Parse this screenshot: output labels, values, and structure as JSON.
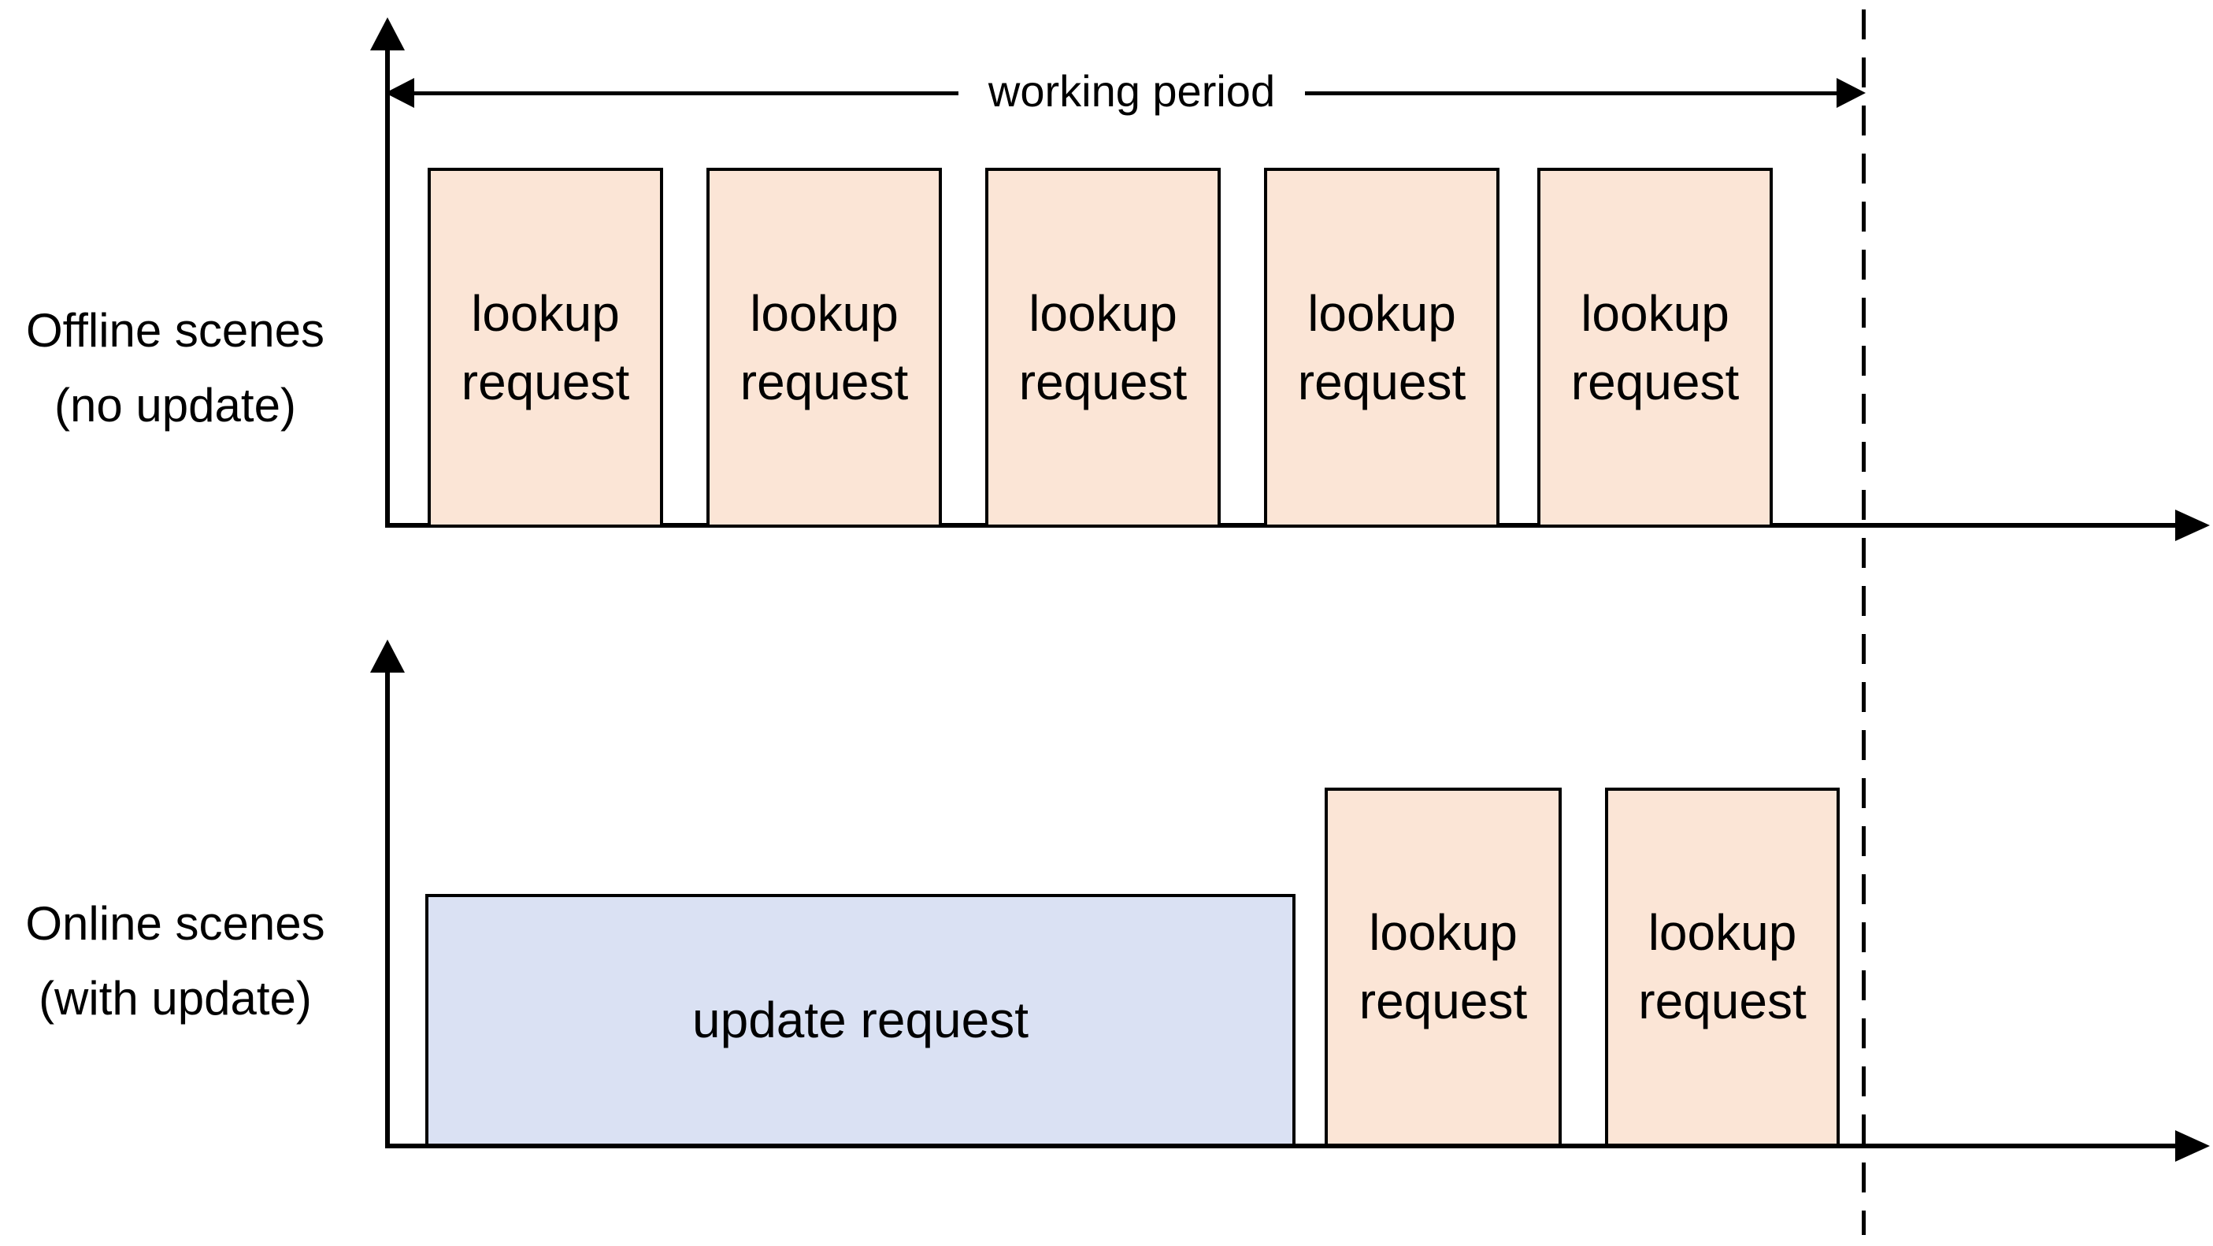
{
  "colors": {
    "background": "#ffffff",
    "line": "#000000",
    "lookup_box_fill": "#fbe5d6",
    "update_box_fill": "#dae1f3",
    "box_border": "#000000"
  },
  "working_period": {
    "label": "working period"
  },
  "offline_chart": {
    "label_line1": "Offline scenes",
    "label_line2": "(no update)",
    "boxes": [
      {
        "line1": "lookup",
        "line2": "request"
      },
      {
        "line1": "lookup",
        "line2": "request"
      },
      {
        "line1": "lookup",
        "line2": "request"
      },
      {
        "line1": "lookup",
        "line2": "request"
      },
      {
        "line1": "lookup",
        "line2": "request"
      }
    ]
  },
  "online_chart": {
    "label_line1": "Online scenes",
    "label_line2": "(with update)",
    "update_box": {
      "label": "update request"
    },
    "boxes": [
      {
        "line1": "lookup",
        "line2": "request"
      },
      {
        "line1": "lookup",
        "line2": "request"
      }
    ]
  }
}
